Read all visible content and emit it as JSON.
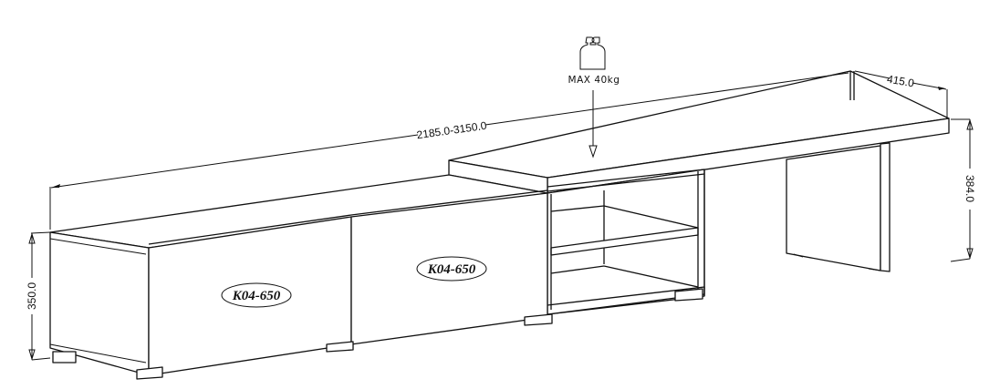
{
  "drawing": {
    "subject": "Extendable TV stand technical drawing",
    "line_color": "#111111",
    "background": "#ffffff"
  },
  "load": {
    "icon": "weight-icon",
    "label": "MAX  40kg"
  },
  "dimensions": {
    "length": "2185.0-3150.0",
    "depth": "415.0",
    "height_right": "384.0",
    "height_left": "350.0"
  },
  "labels": {
    "drawer_left": "K04-650",
    "drawer_center": "K04-650"
  }
}
